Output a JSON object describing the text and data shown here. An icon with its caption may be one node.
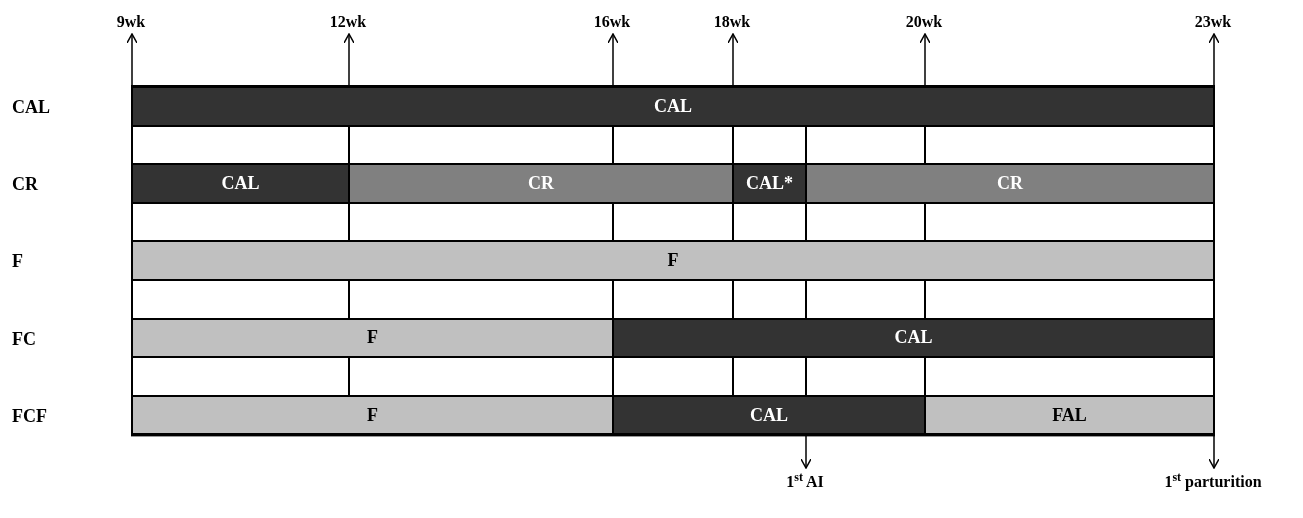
{
  "diagram": {
    "nodes": [
      {
        "text": [
          "9wk"
        ]
      },
      {
        "text": [
          "12wk"
        ]
      },
      {
        "text": [
          "16wk"
        ]
      },
      {
        "text": [
          "18wk"
        ]
      },
      {
        "text": [
          "20wk"
        ]
      },
      {
        "text": [
          "23wk"
        ]
      },
      {
        "text": [
          "CAL"
        ]
      },
      {
        "text": [
          "CAL"
        ]
      },
      {
        "text": [
          "CR"
        ]
      },
      {
        "text": [
          "CAL*"
        ]
      },
      {
        "text": [
          "CR"
        ]
      },
      {
        "text": [
          "F"
        ]
      },
      {
        "text": [
          "F"
        ]
      },
      {
        "text": [
          "CAL"
        ]
      },
      {
        "text": [
          "F"
        ]
      },
      {
        "text": [
          "CAL"
        ]
      },
      {
        "text": [
          "FAL"
        ]
      },
      {
        "text": [
          "1$^{st}$ AI"
        ]
      },
      {
        "text": [
          "1$^{st}$ parturition"
        ]
      }
    ],
    "edges": [
      {
        "from": 6,
        "to": 0,
        "arrow": "to"
      },
      {
        "from": 6,
        "to": 1,
        "arrow": "to"
      },
      {
        "from": 6,
        "to": 2,
        "arrow": "to"
      },
      {
        "from": 6,
        "to": 3,
        "arrow": "to"
      },
      {
        "from": 6,
        "to": 4,
        "arrow": "to"
      },
      {
        "from": 6,
        "to": 5,
        "arrow": "to"
      },
      {
        "from": 15,
        "to": 17,
        "arrow": "to"
      },
      {
        "from": 16,
        "to": 18,
        "arrow": "to"
      }
    ],
    "labels": [
      "CAL",
      "CR",
      "F",
      "FC",
      "FCF"
    ]
  }
}
